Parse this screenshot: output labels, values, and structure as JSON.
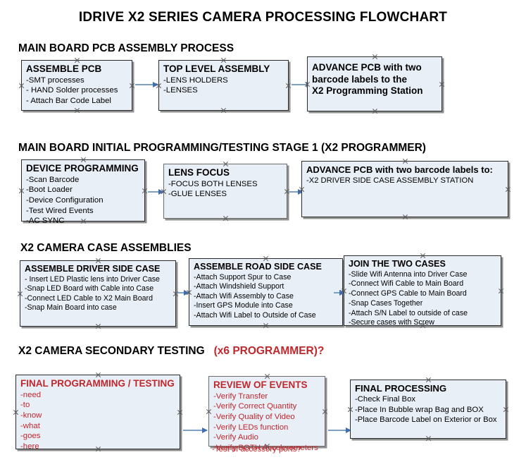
{
  "title": "IDRIVE X2  SERIES CAMERA PROCESSING FLOWCHART",
  "colors": {
    "box_fill": "#e9eff7",
    "box_border": "#2b2b2b",
    "arrow": "#7ea0c4",
    "accent_red": "#c0272d",
    "text": "#000000",
    "background": "#ffffff"
  },
  "sections": [
    {
      "header": "MAIN BOARD PCB ASSEMBLY PROCESS",
      "header_accent": "",
      "boxes": [
        {
          "title": "ASSEMBLE PCB",
          "lines": [
            "-SMT processes",
            "- HAND Solder processes",
            "- Attach Bar Code Label"
          ]
        },
        {
          "title": "TOP LEVEL ASSEMBLY",
          "lines": [
            "-LENS HOLDERS",
            "-LENSES"
          ]
        },
        {
          "title": "ADVANCE PCB with two",
          "lines": [
            "barcode labels to the",
            "X2 Programming Station"
          ]
        }
      ]
    },
    {
      "header": "MAIN BOARD INITIAL PROGRAMMING/TESTING STAGE 1 (X2 PROGRAMMER)",
      "header_accent": "",
      "boxes": [
        {
          "title": "DEVICE PROGRAMMING",
          "lines": [
            "-Scan Barcode",
            "-Boot Loader",
            "-Device Configuration",
            "-Test Wired Events",
            "-AC SYNC"
          ]
        },
        {
          "title": "LENS FOCUS",
          "lines": [
            "-FOCUS BOTH LENSES",
            "-GLUE LENSES"
          ]
        },
        {
          "title": "ADVANCE PCB with two barcode labels to:",
          "lines": [
            "-X2 DRIVER  SIDE  CASE  ASSEMBLY STATION"
          ]
        }
      ]
    },
    {
      "header": "X2 CAMERA CASE ASSEMBLIES",
      "header_accent": "",
      "boxes": [
        {
          "title": "ASSEMBLE DRIVER SIDE CASE",
          "lines": [
            "- Insert LED Plastic lens into Driver Case",
            "-Snap LED Board with Cable into Case",
            "-Connect LED Cable to X2 Main Board",
            "-Snap Main Board into case"
          ]
        },
        {
          "title": "ASSEMBLE ROAD SIDE CASE",
          "lines": [
            "-Attach Support Spur to Case",
            "-Attach Windshield Support",
            "-Attach Wifi Assembly to Case",
            "-Insert GPS Module into Case",
            "-Attach Wifi Label to Outside of Case"
          ]
        },
        {
          "title": "JOIN THE TWO CASES",
          "lines": [
            "-Slide Wifi Antenna into Driver Case",
            "-Connect Wifi Cable to Main Board",
            "-Connect GPS Cable to Main Board",
            "-Snap Cases Together",
            "-Attach S/N Label to outside of case",
            "-Secure cases with Screw"
          ]
        }
      ]
    },
    {
      "header": "X2 CAMERA SECONDARY TESTING",
      "header_accent": "(x6 PROGRAMMER)?",
      "boxes": [
        {
          "title": "FINAL PROGRAMMING / TESTING",
          "lines": [
            "-need",
            "-to",
            "-know",
            "-what",
            "-goes",
            "-here"
          ]
        },
        {
          "title": "REVIEW OF EVENTS",
          "lines": [
            "-Verify Transfer",
            "-Verify Correct Quantity",
            "-Verify Quality of Video",
            "-Verify LEDs function",
            "-Verify Audio",
            "-Verify BOTH Accelerometers"
          ],
          "overflow_line": "-Test of accessory ports?"
        },
        {
          "title": "FINAL PROCESSING",
          "lines": [
            " -Check Final Box",
            "-Place In Bubble wrap Bag and BOX",
            "-Place Barcode Label on Exterior or Box"
          ]
        }
      ]
    }
  ]
}
